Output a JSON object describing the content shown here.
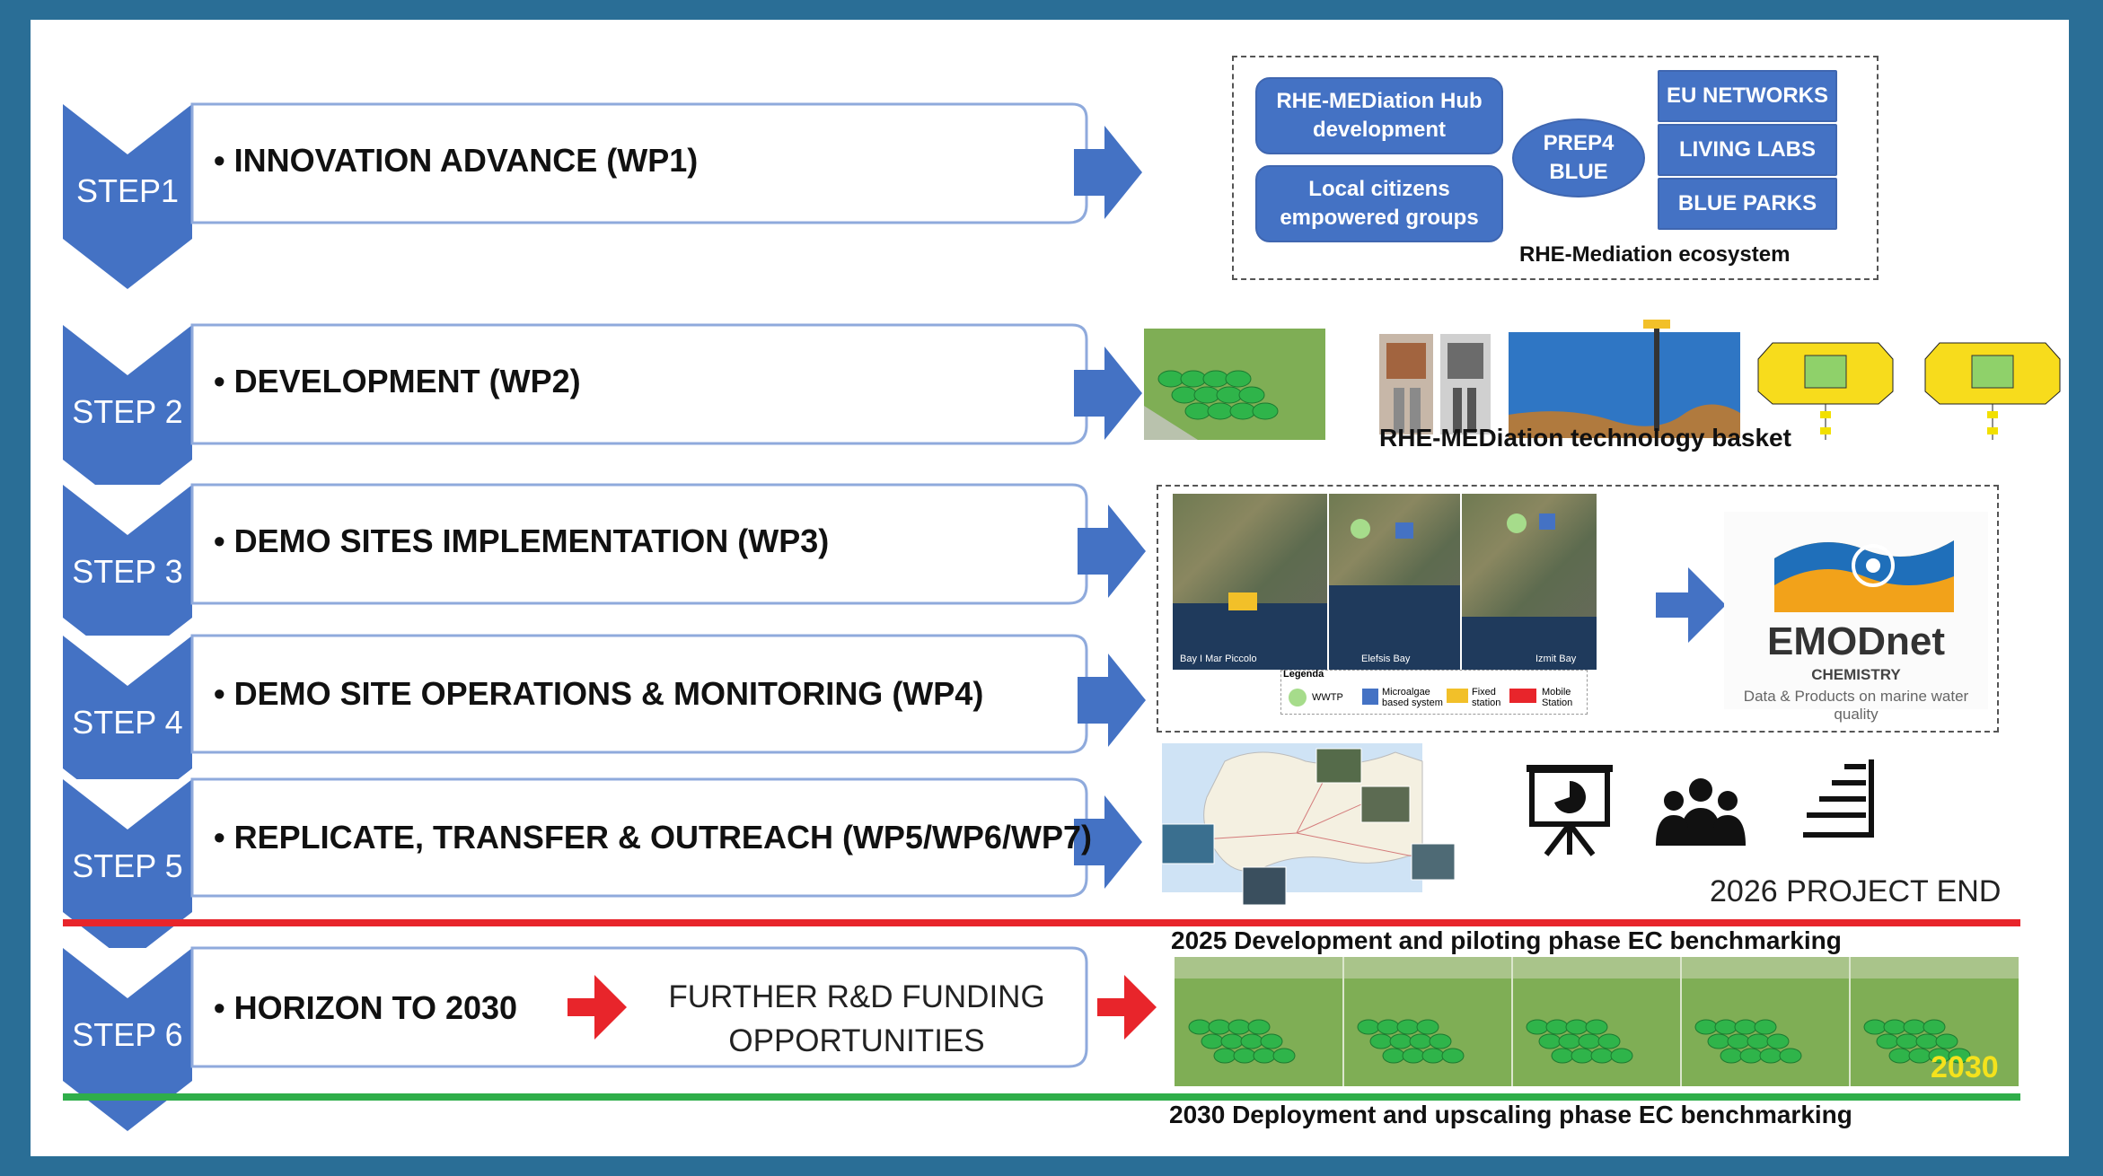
{
  "steps": [
    {
      "label": "STEP1",
      "text": "• INNOVATION ADVANCE (WP1)"
    },
    {
      "label": "STEP 2",
      "text": "• DEVELOPMENT (WP2)"
    },
    {
      "label": "STEP 3",
      "text": "• DEMO SITES IMPLEMENTATION (WP3)"
    },
    {
      "label": "STEP 4",
      "text": "• DEMO SITE OPERATIONS  & MONITORING (WP4)"
    },
    {
      "label": "STEP 5",
      "text": "• REPLICATE, TRANSFER & OUTREACH (WP5/WP6/WP7)"
    },
    {
      "label": "STEP 6",
      "text": "• HORIZON TO 2030"
    }
  ],
  "step6_extra": "FURTHER R&D FUNDING OPPORTUNITIES",
  "ecosystem": {
    "hub": "RHE-MEDiation Hub development",
    "citizens": "Local citizens empowered groups",
    "prep4blue": "PREP4 BLUE",
    "eu_networks": "EU NETWORKS",
    "living_labs": "LIVING LABS",
    "blue_parks": "BLUE PARKS",
    "caption": "RHE-Mediation ecosystem"
  },
  "tech_caption": "RHE-MEDiation technology basket",
  "demo": {
    "site1": "Bay I Mar Piccolo",
    "site2": "Elefsis Bay",
    "site3": "Izmit Bay",
    "legend_title": "Legenda",
    "legend_wwtp": "WWTP",
    "legend_microalgae": "Microalgae based system",
    "legend_fixed": "Fixed station",
    "legend_mobile": "Mobile Station"
  },
  "emodnet": {
    "title": "EMODnet",
    "sub": "CHEMISTRY",
    "desc": "Data & Products on marine water quality"
  },
  "project_end": "2026 PROJECT END",
  "phase2025": "2025 Development and piloting phase EC benchmarking",
  "phase2030": "2030 Deployment and upscaling phase EC benchmarking",
  "year2030": "2030",
  "colors": {
    "step_blue": "#4472c4",
    "frame_blue": "#2a6e96",
    "red_line": "#e8252b",
    "green_line": "#2fae4a",
    "red_arrow": "#e8252b"
  },
  "icons": [
    "presentation-icon",
    "group-icon",
    "stairs-chart-icon"
  ]
}
